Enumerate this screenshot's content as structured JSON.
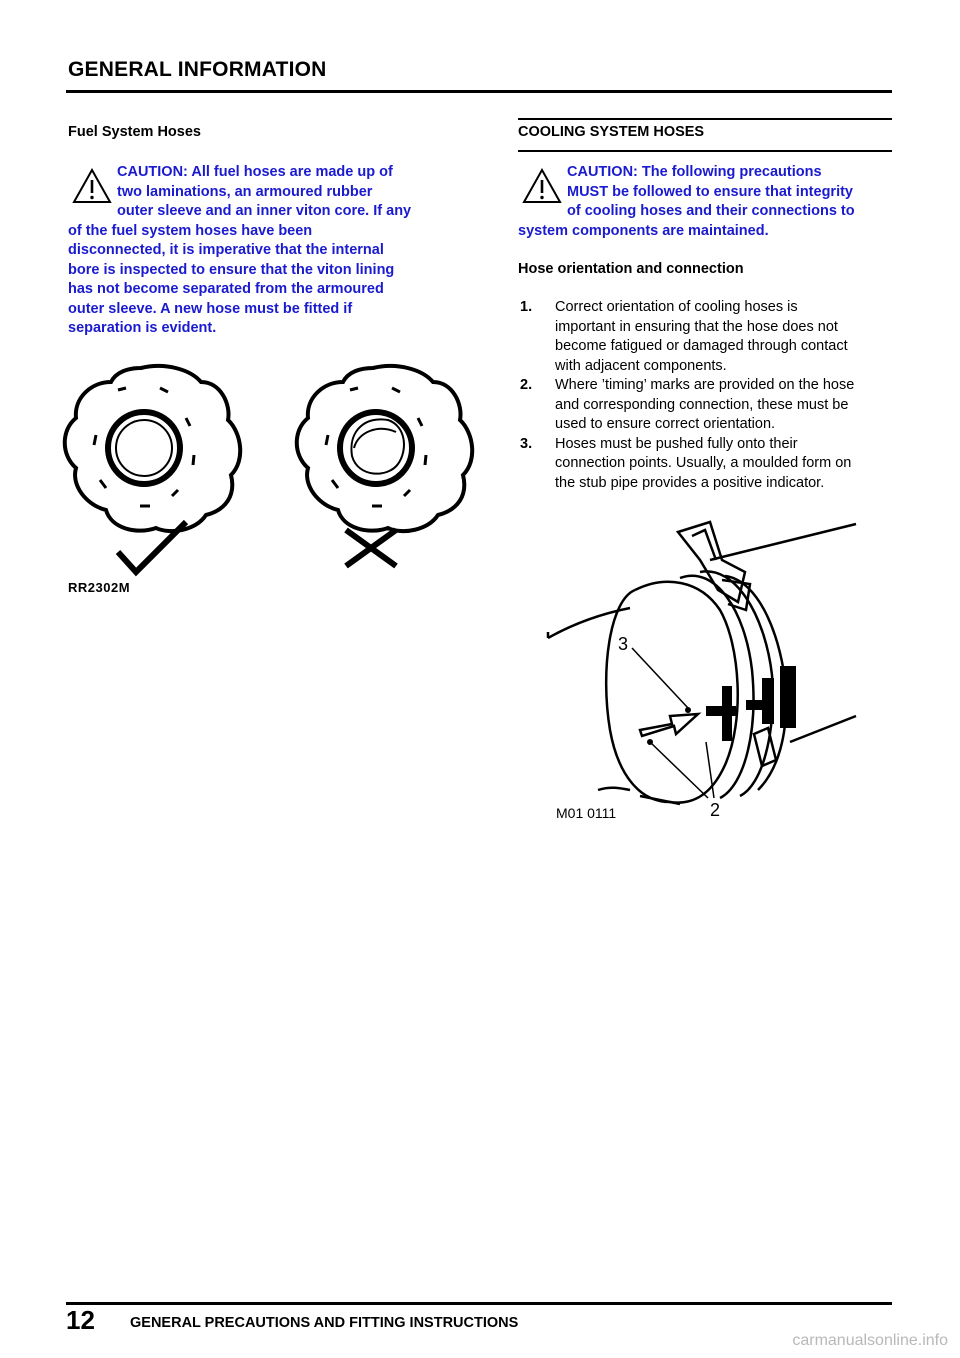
{
  "header": {
    "title": "GENERAL INFORMATION"
  },
  "left": {
    "heading": "Fuel System Hoses",
    "caution_lines": [
      "CAUTION: All fuel hoses are made up of",
      "two laminations, an armoured rubber",
      "outer sleeve and an inner viton core. If any",
      "of the fuel system hoses have been",
      "disconnected, it is imperative that the internal",
      "bore is inspected to ensure that the viton lining",
      "has not become separated from the armoured",
      "outer sleeve. A new hose must be fitted if",
      "separation is evident."
    ],
    "figure_code": "RR2302M"
  },
  "right": {
    "section_title": "COOLING SYSTEM HOSES",
    "caution_lines": [
      "CAUTION: The following precautions",
      "MUST be followed to ensure that integrity",
      "of cooling hoses and their connections to",
      "system components are maintained."
    ],
    "subheading": "Hose orientation and connection",
    "steps": [
      {
        "num": "1.",
        "lines": [
          "Correct orientation of cooling hoses is",
          "important in ensuring that the hose does not",
          "become fatigued or damaged through contact",
          "with adjacent components."
        ]
      },
      {
        "num": "2.",
        "lines": [
          "Where ’timing’ marks are provided on the hose",
          "and corresponding connection, these must be",
          "used to ensure correct orientation."
        ]
      },
      {
        "num": "3.",
        "lines": [
          "Hoses must be pushed fully onto their",
          "connection points. Usually, a moulded form on",
          "the stub pipe provides a positive indicator."
        ]
      }
    ],
    "figure": {
      "code": "M01 0111",
      "callout_3": "3",
      "callout_2": "2"
    }
  },
  "footer": {
    "page_number": "12",
    "title": "GENERAL PRECAUTIONS AND FITTING INSTRUCTIONS",
    "watermark": "carmanualsonline.info"
  }
}
